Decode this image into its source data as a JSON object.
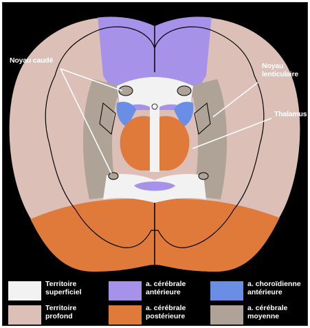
{
  "colors": {
    "background": "#000000",
    "outline": "#000000",
    "label_text": "#ffffff",
    "superficial": "#f2f2f2",
    "deep": "#dcc0b8",
    "anterior_cerebral": "#a692e8",
    "anterior_choroidal": "#6a8ee6",
    "posterior_cerebral": "#e07a3a",
    "middle_cerebral": "#aea396"
  },
  "callouts": {
    "caudate": "Noyau caudé",
    "lenticular": "Noyau\nlenticulaire",
    "thalamus": "Thalamus"
  },
  "legend": [
    {
      "key": "superficial",
      "label": "Territoire\nsuperficiel"
    },
    {
      "key": "anterior_cerebral",
      "label": "a. cérébrale\nantérieure"
    },
    {
      "key": "anterior_choroidal",
      "label": "a. choroïdienne\nantérieure"
    },
    {
      "key": "deep",
      "label": "Territoire\nprofond"
    },
    {
      "key": "posterior_cerebral",
      "label": "a. cérébrale\npostérieure"
    },
    {
      "key": "middle_cerebral",
      "label": "a. cérébrale\nmoyenne"
    }
  ]
}
